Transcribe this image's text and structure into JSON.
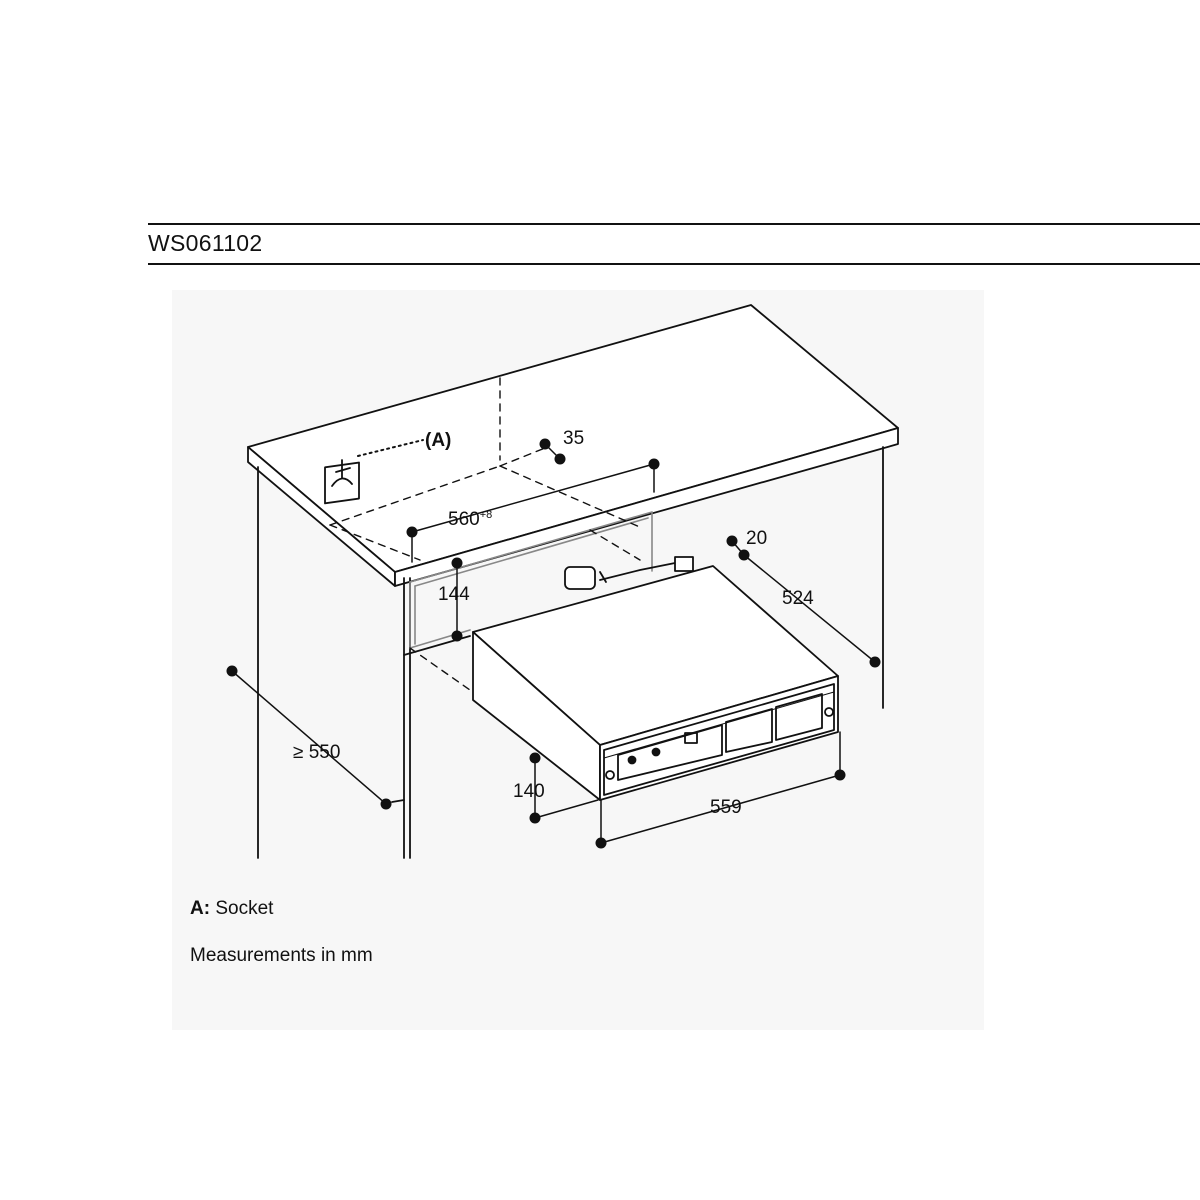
{
  "header": {
    "model": "WS061102"
  },
  "diagram": {
    "callout_label": "(A)",
    "dimensions": {
      "d35": "35",
      "d560": "560",
      "d560_tolerance": "+8",
      "d20": "20",
      "d524": "524",
      "d144": "144",
      "d550": "≥ 550",
      "d140": "140",
      "d559": "559"
    }
  },
  "legend": {
    "socket_key": "A:",
    "socket_text": " Socket",
    "units_text": "Measurements in mm"
  }
}
